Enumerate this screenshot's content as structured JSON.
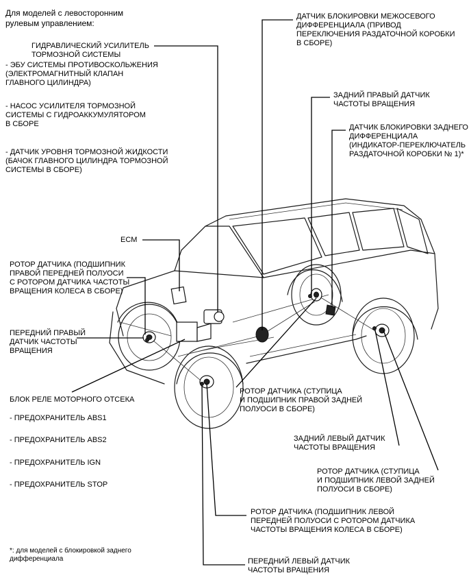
{
  "header": {
    "line1": "Для моделей с левосторонним",
    "line2": "рулевым управлением:"
  },
  "labels": {
    "brake_booster": "ГИДРАВЛИЧЕСКИЙ УСИЛИТЕЛЬ\nТОРМОЗНОЙ СИСТЕМЫ",
    "ecu_group": "- ЭБУ СИСТЕМЫ ПРОТИВОСКОЛЬЖЕНИЯ\n(ЭЛЕКТРОМАГНИТНЫЙ КЛАПАН\nГЛАВНОГО ЦИЛИНДРА)",
    "pump_group": "- НАСОС УСИЛИТЕЛЯ ТОРМОЗНОЙ\nСИСТЕМЫ С ГИДРОАККУМУЛЯТОРОМ\nВ СБОРЕ",
    "fluid_level": "- ДАТЧИК УРОВНЯ ТОРМОЗНОЙ ЖИДКОСТИ\n(БАЧОК ГЛАВНОГО ЦИЛИНДРА ТОРМОЗНОЙ\nСИСТЕМЫ В СБОРЕ)",
    "ecm": "ECM",
    "rotor_front_right": "РОТОР ДАТЧИКА (ПОДШИПНИК\nПРАВОЙ ПЕРЕДНЕЙ ПОЛУОСИ\nС РОТОРОМ ДАТЧИКА ЧАСТОТЫ\nВРАЩЕНИЯ КОЛЕСА В СБОРЕ)",
    "front_right_sensor": "ПЕРЕДНИЙ ПРАВЫЙ\nДАТЧИК ЧАСТОТЫ\nВРАЩЕНИЯ",
    "relay_block": "БЛОК РЕЛЕ МОТОРНОГО ОТСЕКА",
    "fuse_abs1": "- ПРЕДОХРАНИТЕЛЬ ABS1",
    "fuse_abs2": "- ПРЕДОХРАНИТЕЛЬ ABS2",
    "fuse_ign": "- ПРЕДОХРАНИТЕЛЬ IGN",
    "fuse_stop": "- ПРЕДОХРАНИТЕЛЬ STOP",
    "footnote": "*: для моделей с блокировкой заднего\nдифференциала",
    "center_diff": "ДАТЧИК БЛОКИРОВКИ МЕЖОСЕВОГО\nДИФФЕРЕНЦИАЛА (ПРИВОД\nПЕРЕКЛЮЧЕНИЯ РАЗДАТОЧНОЙ КОРОБКИ\nВ СБОРЕ)",
    "rear_right_sensor": "ЗАДНИЙ ПРАВЫЙ ДАТЧИК\nЧАСТОТЫ ВРАЩЕНИЯ",
    "rear_diff": "ДАТЧИК БЛОКИРОВКИ ЗАДНЕГО\nДИФФЕРЕНЦИАЛА\n(ИНДИКАТОР-ПЕРЕКЛЮЧАТЕЛЬ\nРАЗДАТОЧНОЙ КОРОБКИ № 1)*",
    "rotor_rear_right": "РОТОР ДАТЧИКА (СТУПИЦА\nИ ПОДШИПНИК ПРАВОЙ ЗАДНЕЙ\nПОЛУОСИ В СБОРЕ)",
    "rear_left_sensor": "ЗАДНИЙ ЛЕВЫЙ ДАТЧИК\nЧАСТОТЫ ВРАЩЕНИЯ",
    "rotor_rear_left": "РОТОР ДАТЧИКА (СТУПИЦА\nИ ПОДШИПНИК ЛЕВОЙ ЗАДНЕЙ\nПОЛУОСИ В СБОРЕ)",
    "rotor_front_left": "РОТОР ДАТЧИКА (ПОДШИПНИК ЛЕВОЙ\nПЕРЕДНЕЙ ПОЛУОСИ С РОТОРОМ ДАТЧИКА\nЧАСТОТЫ ВРАЩЕНИЯ КОЛЕСА В СБОРЕ)",
    "front_left_sensor": "ПЕРЕДНИЙ ЛЕВЫЙ ДАТЧИК\nЧАСТОТЫ ВРАЩЕНИЯ"
  }
}
